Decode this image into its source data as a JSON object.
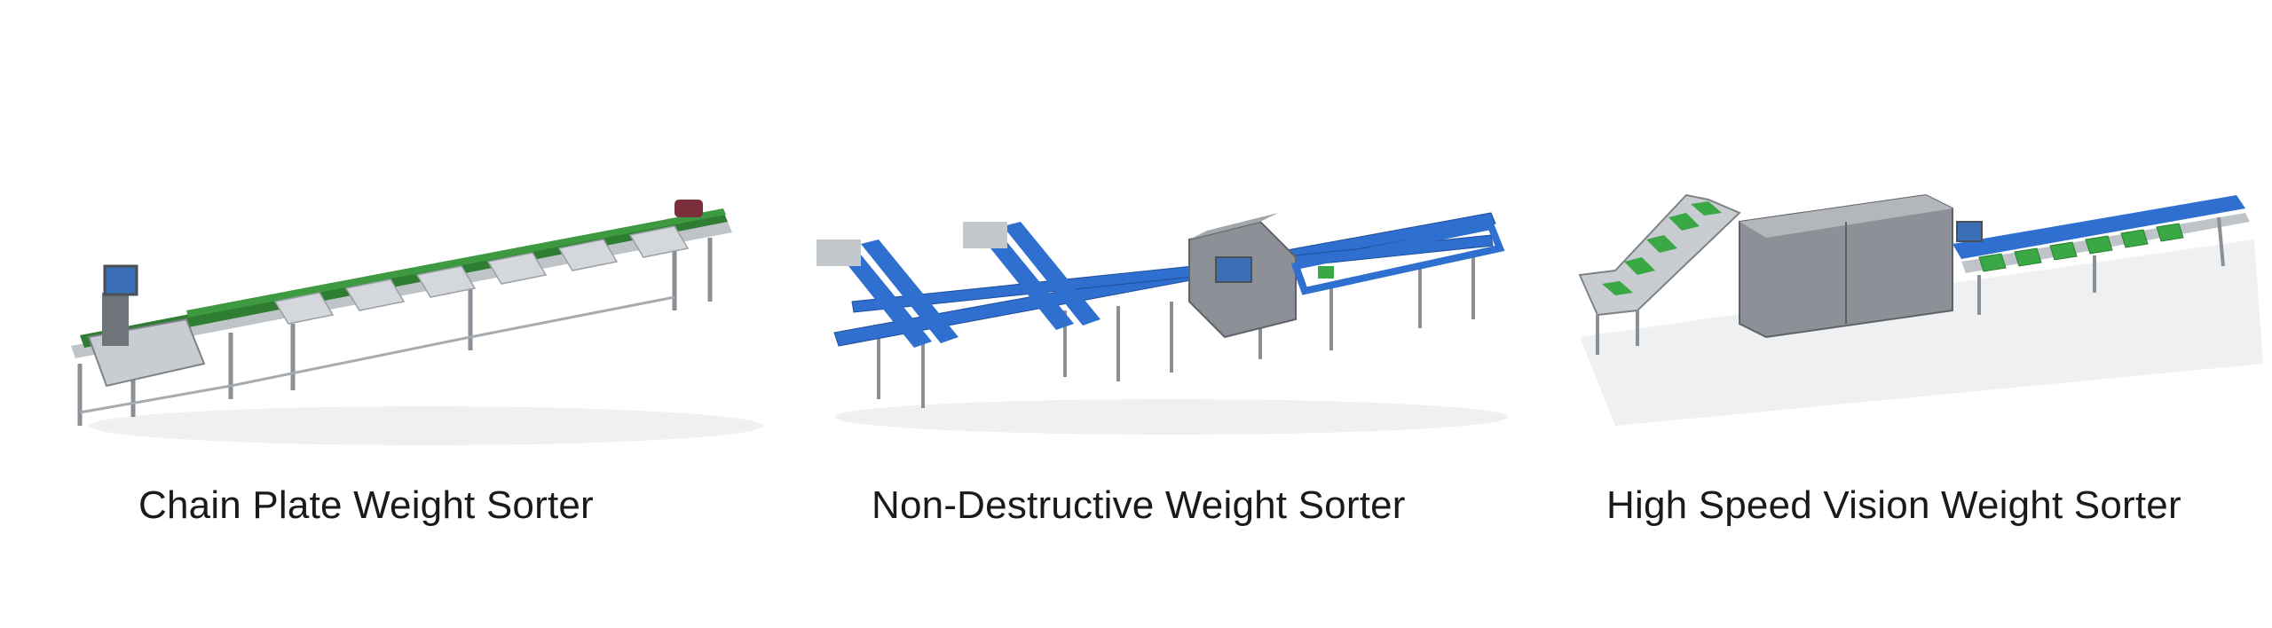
{
  "sorters": [
    {
      "caption": "Chain Plate Weight Sorter",
      "belt_color": "#2f7d32"
    },
    {
      "caption": "Non-Destructive Weight Sorter",
      "belt_color": "#2f6fcf"
    },
    {
      "caption": "High Speed Vision Weight Sorter",
      "belt_color": "#3aa845"
    }
  ],
  "colors": {
    "frame": "#9aa0a6",
    "frame_dark": "#5f6368",
    "housing": "#8d9096",
    "screen": "#3b6fb5"
  }
}
